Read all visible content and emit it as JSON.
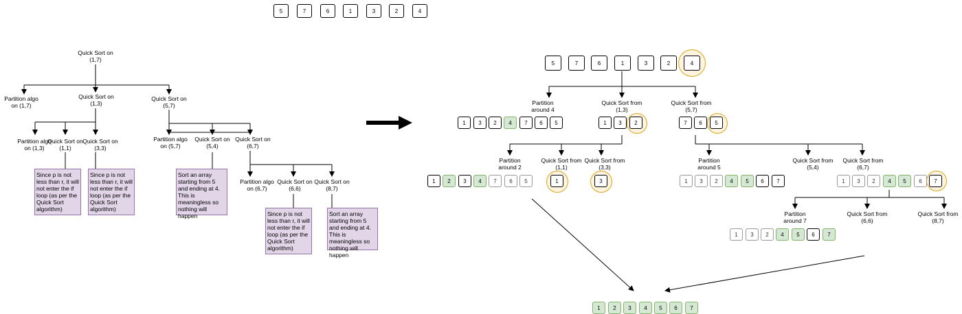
{
  "top_array": [
    "5",
    "7",
    "6",
    "1",
    "3",
    "2",
    "4"
  ],
  "left_tree": {
    "root": "Quick Sort on\n(1,7)",
    "l1_partition": "Partition algo\non (1,7)",
    "l1_qs13": "Quick Sort on\n(1,3)",
    "l1_qs57": "Quick Sort on\n(5,7)",
    "l2_partition13": "Partition algo\non (1,3)",
    "l2_qs11": "Quick Sort on\n(1,1)",
    "l2_qs33": "Quick Sort on\n(3,3)",
    "l2_partition57": "Partition algo\non (5,7)",
    "l2_qs54": "Quick Sort on\n(5,4)",
    "l2_qs67": "Quick Sort on\n(6,7)",
    "l3_partition67": "Partition algo\non (6,7)",
    "l3_qs66": "Quick Sort on\n(6,6)",
    "l3_qs87": "Quick Sort on\n(8,7)",
    "note_p_not_less": "Since p is not less than r, it will not enter the if loop (as per the Quick Sort algorithm)",
    "note_meaningless": "Sort an array starting from 5 and ending at 4. This is meaningless so nothing will happen"
  },
  "right_tree": {
    "root_array": [
      "5",
      "7",
      "6",
      "1",
      "3",
      "2",
      "4"
    ],
    "partition4": "Partition\naround 4",
    "partition4_array": [
      "1",
      "3",
      "2",
      "4",
      "7",
      "6",
      "5"
    ],
    "qs13": "Quick Sort from\n(1,3)",
    "qs13_array": [
      "1",
      "3",
      "2"
    ],
    "qs57": "Quick Sort from\n(5,7)",
    "qs57_array": [
      "7",
      "6",
      "5"
    ],
    "partition2": "Partition\naround 2",
    "partition2_array": [
      "1",
      "2",
      "3",
      "4",
      "7",
      "6",
      "5"
    ],
    "qs11": "Quick Sort from\n(1,1)",
    "qs11_value": "1",
    "qs33": "Quick Sort from\n(3,3)",
    "qs33_value": "3",
    "partition5": "Partition\naround 5",
    "partition5_array": [
      "1",
      "3",
      "2",
      "4",
      "5",
      "6",
      "7"
    ],
    "qs54": "Quick Sort from\n(5,4)",
    "qs67": "Quick Sort from\n(6,7)",
    "qs67_array": [
      "1",
      "3",
      "2",
      "4",
      "5",
      "6",
      "7"
    ],
    "partition7": "Partition\naround 7",
    "partition7_array": [
      "1",
      "3",
      "2",
      "4",
      "5",
      "6",
      "7"
    ],
    "qs66": "Quick Sort from\n(6,6)",
    "qs87": "Quick Sort from\n(8,7)",
    "final_array": [
      "1",
      "2",
      "3",
      "4",
      "5",
      "6",
      "7"
    ]
  }
}
